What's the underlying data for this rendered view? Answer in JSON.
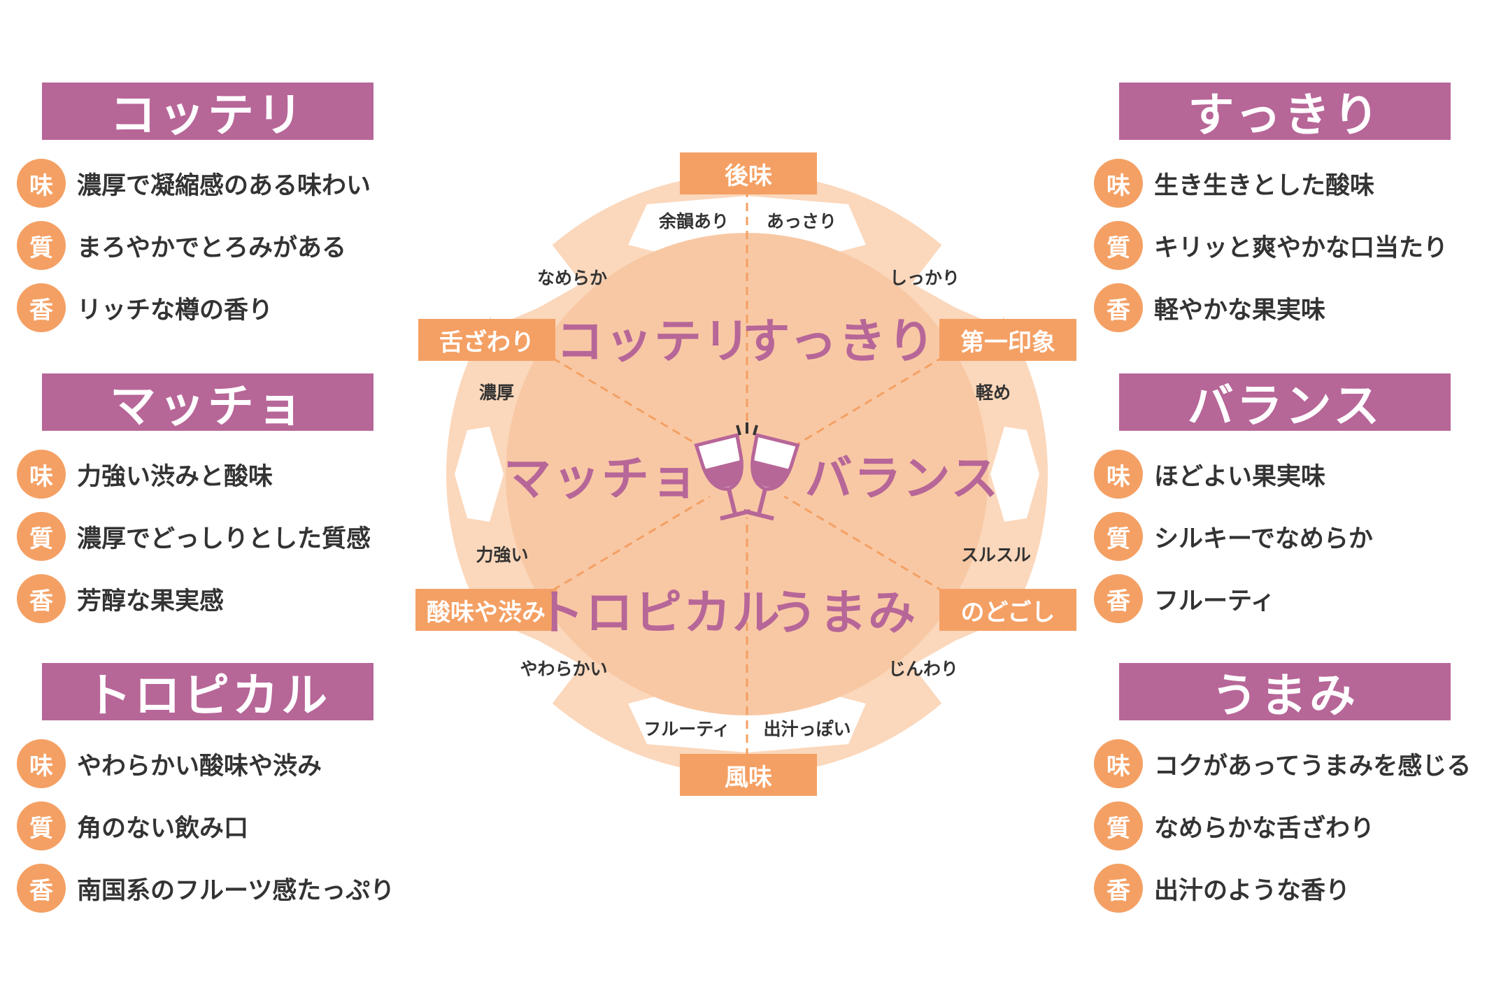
{
  "colors": {
    "purple": "#b76698",
    "orange": "#f4a064",
    "peach_outer": "#fbd7bb",
    "peach_inner": "#f8c8a4",
    "text": "#333333"
  },
  "panels": {
    "kotteri": {
      "title": "コッテリ",
      "rows": [
        {
          "badge": "味",
          "text": "濃厚で凝縮感のある味わい"
        },
        {
          "badge": "質",
          "text": "まろやかでとろみがある"
        },
        {
          "badge": "香",
          "text": "リッチな樽の香り"
        }
      ]
    },
    "maccho": {
      "title": "マッチョ",
      "rows": [
        {
          "badge": "味",
          "text": "力強い渋みと酸味"
        },
        {
          "badge": "質",
          "text": "濃厚でどっしりとした質感"
        },
        {
          "badge": "香",
          "text": "芳醇な果実感"
        }
      ]
    },
    "tropical": {
      "title": "トロピカル",
      "rows": [
        {
          "badge": "味",
          "text": "やわらかい酸味や渋み"
        },
        {
          "badge": "質",
          "text": "角のない飲み口"
        },
        {
          "badge": "香",
          "text": "南国系のフルーツ感たっぷり"
        }
      ]
    },
    "sukkiri": {
      "title": "すっきり",
      "rows": [
        {
          "badge": "味",
          "text": "生き生きとした酸味"
        },
        {
          "badge": "質",
          "text": "キリッと爽やかな口当たり"
        },
        {
          "badge": "香",
          "text": "軽やかな果実味"
        }
      ]
    },
    "balance": {
      "title": "バランス",
      "rows": [
        {
          "badge": "味",
          "text": "ほどよい果実味"
        },
        {
          "badge": "質",
          "text": "シルキーでなめらか"
        },
        {
          "badge": "香",
          "text": "フルーティ"
        }
      ]
    },
    "umami": {
      "title": "うまみ",
      "rows": [
        {
          "badge": "味",
          "text": "コクがあってうまみを感じる"
        },
        {
          "badge": "質",
          "text": "なめらかな舌ざわり"
        },
        {
          "badge": "香",
          "text": "出汁のような香り"
        }
      ]
    }
  },
  "wheel": {
    "axes": {
      "top": "後味",
      "bottom": "風味",
      "upper_left": "舌ざわり",
      "upper_right": "第一印象",
      "lower_left": "酸味や渋み",
      "lower_right": "のどごし"
    },
    "sublabels": {
      "top_left": "余韻あり",
      "top_right": "あっさり",
      "upper_left_a": "なめらか",
      "upper_left_b": "濃厚",
      "upper_right_a": "しっかり",
      "upper_right_b": "軽め",
      "lower_left_a": "力強い",
      "lower_left_b": "やわらかい",
      "lower_right_a": "スルスル",
      "lower_right_b": "じんわり",
      "bottom_left": "フルーティ",
      "bottom_right": "出汁っぽい"
    },
    "segments": {
      "kotteri": "コッテリ",
      "sukkiri": "すっきり",
      "maccho": "マッチョ",
      "balance": "バランス",
      "tropical": "トロピカル",
      "umami": "うまみ"
    }
  }
}
